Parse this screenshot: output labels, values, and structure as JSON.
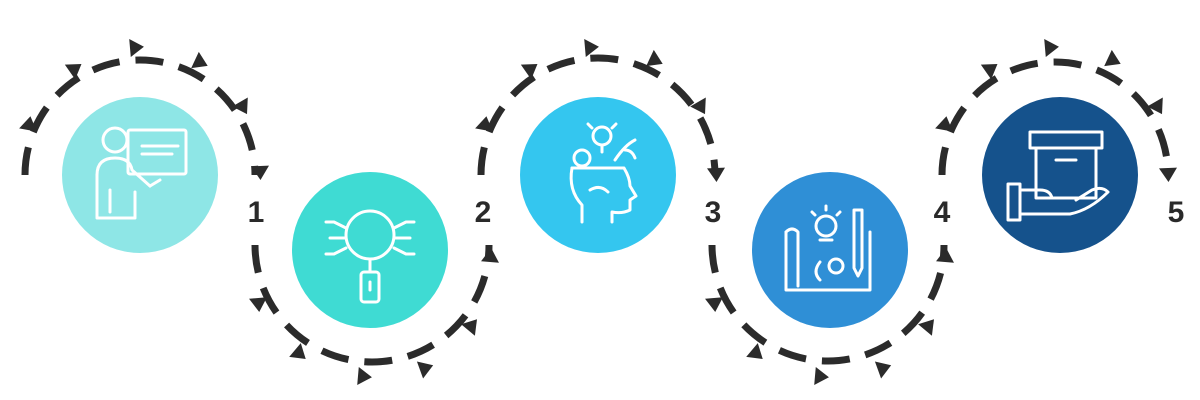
{
  "steps": [
    {
      "number": "1",
      "icon": "teacher-presentation-icon",
      "color": "#8ee6e6"
    },
    {
      "number": "2",
      "icon": "magnifying-glass-circuit-icon",
      "color": "#3fdbd3"
    },
    {
      "number": "3",
      "icon": "head-ideas-gears-icon",
      "color": "#34c6ef"
    },
    {
      "number": "4",
      "icon": "blueprint-lightbulb-pencil-icon",
      "color": "#2f8fd6"
    },
    {
      "number": "5",
      "icon": "hand-holding-box-icon",
      "color": "#15528c"
    }
  ],
  "colors": {
    "arrow": "#2b2b2b",
    "icon_stroke": "#ffffff",
    "number": "#2a2a2a"
  }
}
